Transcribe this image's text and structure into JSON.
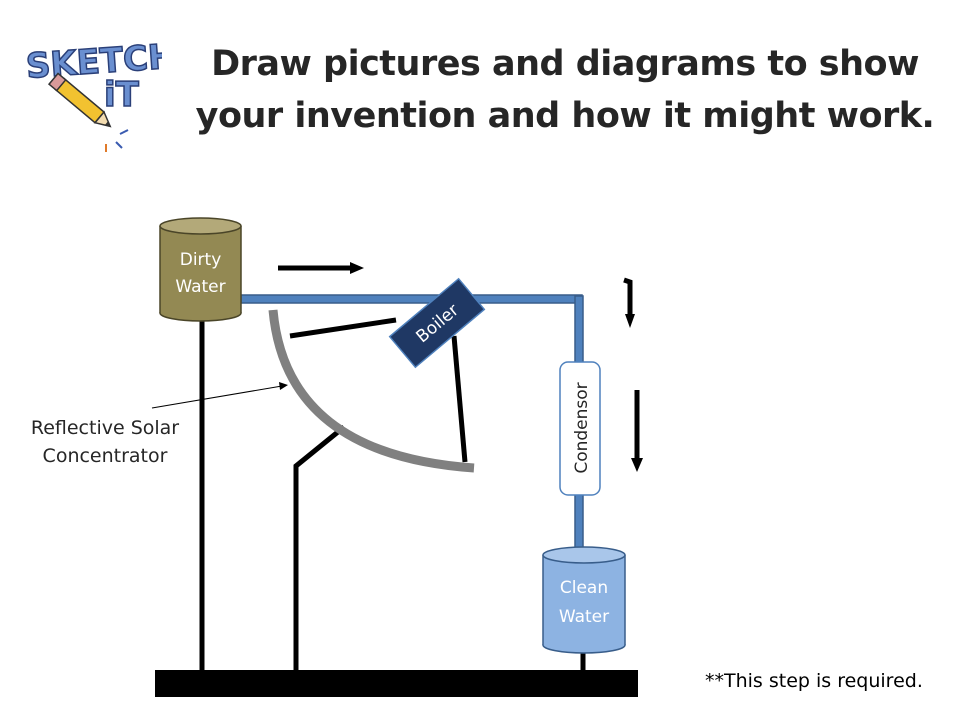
{
  "logo": {
    "text": "SKETCH iT"
  },
  "title": "Draw pictures and diagrams to show your invention and how it might work.",
  "note": "**This step is required.",
  "diagram": {
    "dirty_water": [
      "Dirty",
      "Water"
    ],
    "clean_water": [
      "Clean",
      "Water"
    ],
    "boiler": "Boiler",
    "condensor": "Condensor",
    "reflector_label": "Reflective Solar Concentrator"
  },
  "colors": {
    "pipe": "#4f81bd",
    "pipe_edge": "#385d8a",
    "dirty_water": "#938953",
    "clean_water": "#8db3e2",
    "boiler": "#1f3864",
    "reflector": "#808080"
  }
}
